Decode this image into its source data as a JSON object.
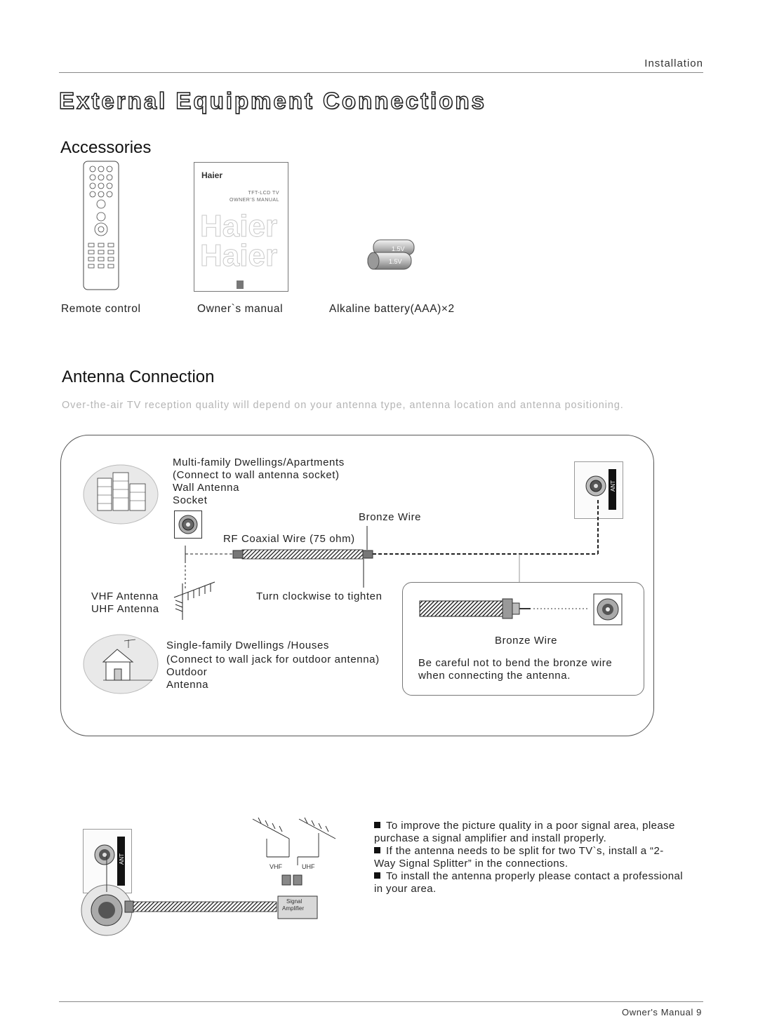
{
  "header": {
    "section": "Installation"
  },
  "title": "External Equipment Connections",
  "accessories": {
    "heading": "Accessories",
    "items": [
      {
        "label": "Remote control",
        "icon": "remote-control-icon"
      },
      {
        "label": "Owner`s manual",
        "icon": "owners-manual-icon"
      },
      {
        "label": "Alkaline battery(AAA)×2",
        "icon": "battery-icon"
      }
    ],
    "manual_cover": {
      "brand": "Haier",
      "line1": "TFT-LCD TV",
      "line2": "OWNER'S MANUAL",
      "watermark": "Haier"
    },
    "battery_label": "1.5V"
  },
  "antenna": {
    "heading": "Antenna Connection",
    "intro": "Over-the-air TV reception quality will depend on your antenna type, antenna location and antenna positioning.",
    "multi_family": {
      "title": "Multi-family Dwellings/Apartments",
      "subtitle": "(Connect to wall antenna socket)",
      "line3": "Wall Antenna",
      "line4": "Socket"
    },
    "bronze_wire_top": "Bronze Wire",
    "rf_coaxial": "RF Coaxial Wire (75 ohm)",
    "ant_in": "ANT IN",
    "vhf_antenna": "VHF Antenna",
    "uhf_antenna": "UHF Antenna",
    "turn_clockwise": "Turn clockwise to tighten",
    "single_family": {
      "title": "Single-family Dwellings /Houses",
      "subtitle": "(Connect to wall jack for outdoor antenna)",
      "line3": "Outdoor",
      "line4": "Antenna"
    },
    "bronze_wire_detail": "Bronze Wire",
    "careful_line1": "Be careful not to bend the bronze wire",
    "careful_line2": "when connecting the antenna."
  },
  "amplifier": {
    "vhf": "VHF",
    "uhf": "UHF",
    "signal": "Signal",
    "amplifier": "Amplifier",
    "ant_in": "ANT IN",
    "bullets": [
      "To improve the picture quality in a poor signal area, please purchase a signal amplifier and install properly.",
      "If the antenna needs to be split for two TV`s, install a “2-Way Signal Splitter” in the connections.",
      "To install the antenna properly please contact a professional in your area."
    ]
  },
  "footer": {
    "text": "Owner's Manual  9"
  }
}
